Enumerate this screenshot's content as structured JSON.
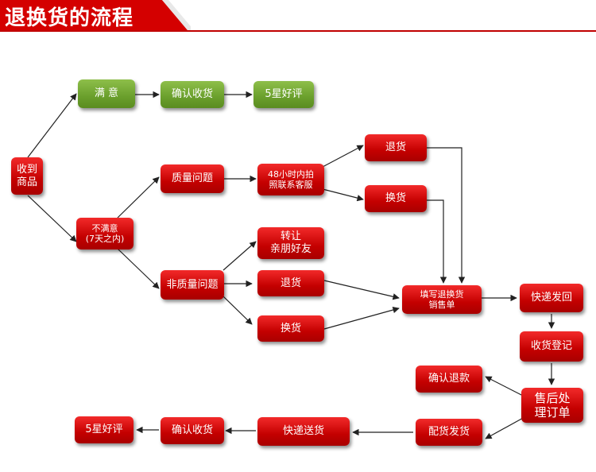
{
  "title": "退换货的流程",
  "nodes": {
    "receive": "收到\n商品",
    "satisfied": "满  意",
    "confirm_receipt_top": "确认收货",
    "five_star_top": "5星好评",
    "unsatisfied": "不满意\n(7天之内)",
    "quality_issue": "质量问题",
    "contact_48h": "48小时内拍\n照联系客服",
    "return_top": "退货",
    "exchange_top": "换货",
    "non_quality_issue": "非质量问题",
    "transfer": "转让\n亲朋好友",
    "return_mid": "退货",
    "exchange_mid": "换货",
    "fill_form": "填写退换货\n销售单",
    "express_return": "快递发回",
    "receipt_register": "收货登记",
    "after_sales": "售后处\n理订单",
    "confirm_refund": "确认退款",
    "dispatch_goods": "配货发货",
    "express_delivery": "快递送货",
    "confirm_receipt_bottom": "确认收货",
    "five_star_bottom": "5星好评"
  },
  "colors": {
    "red": "#d40000",
    "green": "#6a9f2c",
    "arrow": "#222222"
  }
}
